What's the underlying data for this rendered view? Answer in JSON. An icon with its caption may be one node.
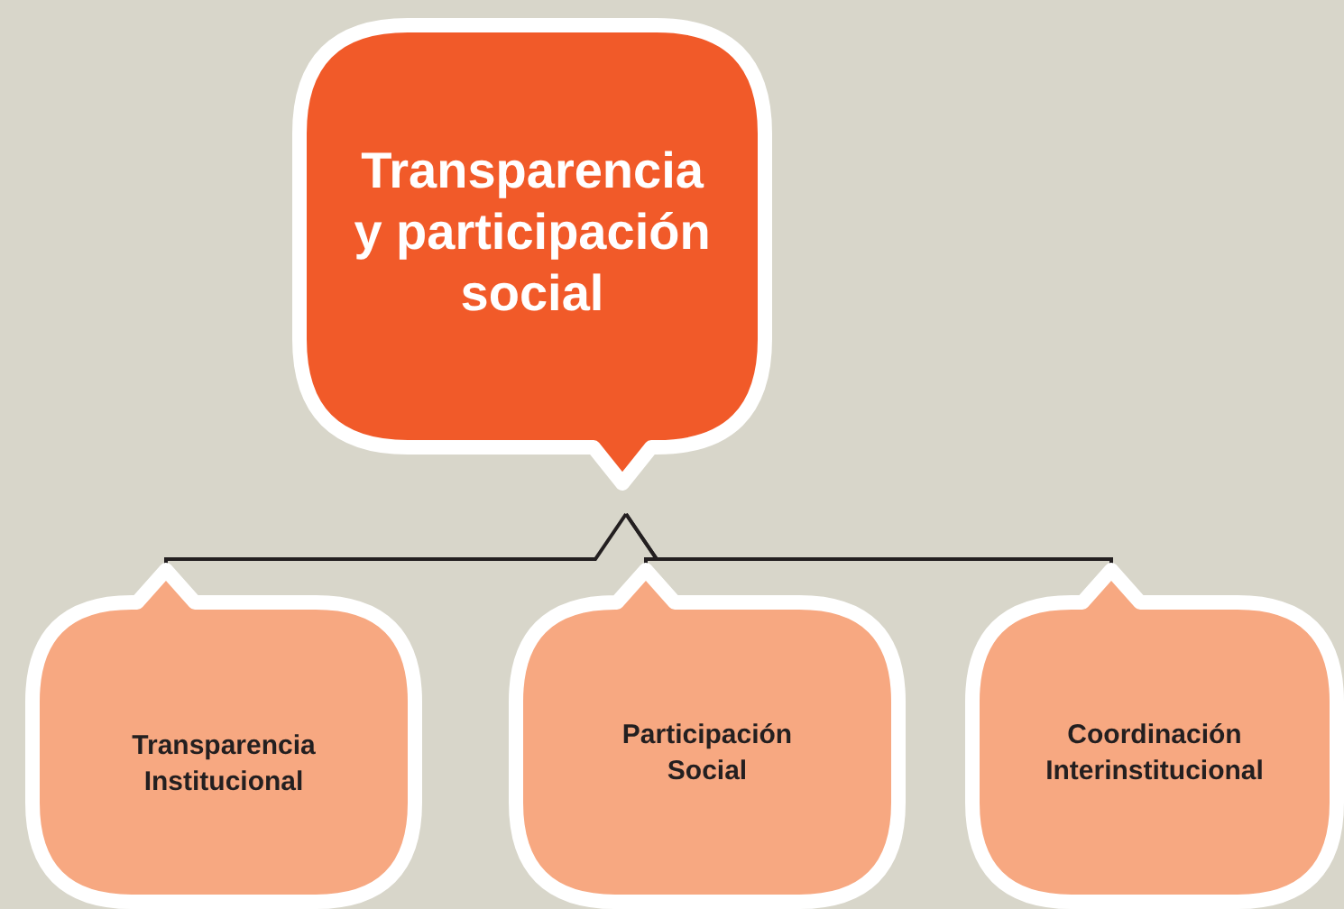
{
  "diagram": {
    "nodes": [
      {
        "text": [
          "Transparencia y participación social"
        ]
      },
      {
        "text": [
          "Transparencia Institucional"
        ]
      },
      {
        "text": [
          "Participación Social"
        ]
      },
      {
        "text": [
          "Coordinación Interinstitucional"
        ]
      }
    ],
    "edges": [
      {
        "from": 0,
        "to": 1,
        "arrow": "none"
      },
      {
        "from": 0,
        "to": 2,
        "arrow": "none"
      },
      {
        "from": 0,
        "to": 3,
        "arrow": "none"
      }
    ]
  }
}
